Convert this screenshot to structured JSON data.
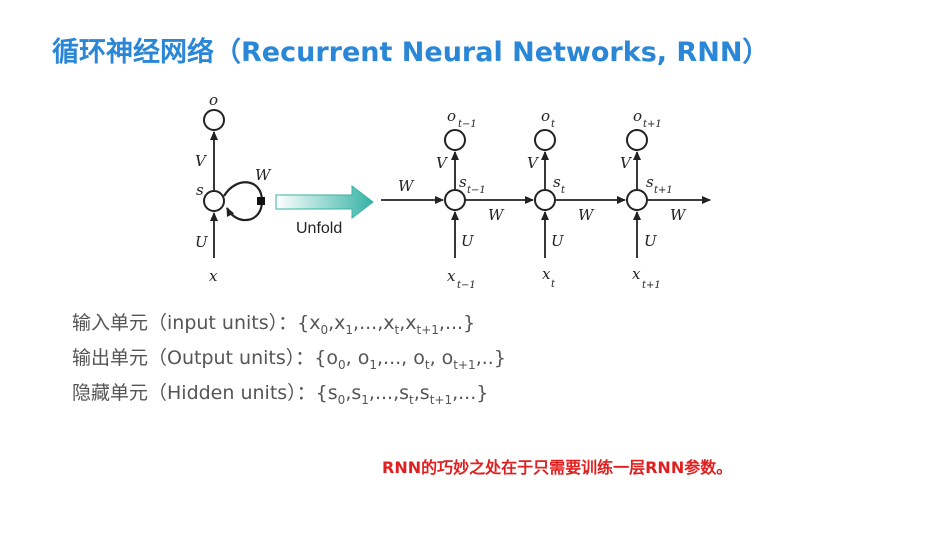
{
  "title": "循环神经网络（Recurrent Neural Networks, RNN）",
  "diagram": {
    "folded": {
      "output": "o",
      "state": "s",
      "input": "x",
      "V": "V",
      "U": "U",
      "W": "W"
    },
    "unfold_label": "Unfold",
    "weights": {
      "V": "V",
      "U": "U",
      "W": "W"
    },
    "steps": [
      {
        "o": "o",
        "o_sub": "t−1",
        "s": "s",
        "s_sub": "t−1",
        "x": "x",
        "x_sub": "t−1"
      },
      {
        "o": "o",
        "o_sub": "t",
        "s": "s",
        "s_sub": "t",
        "x": "x",
        "x_sub": "t"
      },
      {
        "o": "o",
        "o_sub": "t+1",
        "s": "s",
        "s_sub": "t+1",
        "x": "x",
        "x_sub": "t+1"
      }
    ]
  },
  "units": [
    {
      "label": "输入单元（input units）：",
      "set": "{x0,x1,...,xt,xt+1,...}"
    },
    {
      "label": "输出单元（Output units）：",
      "set": "{o0, o1,..., ot, ot+1,..}"
    },
    {
      "label": "隐藏单元（Hidden units）：",
      "set": "{s0,s1,...,st,st+1,...}"
    }
  ],
  "note": "RNN的巧妙之处在于只需要训练一层RNN参数。",
  "colors": {
    "title": "#2a86d6",
    "note": "#e02020",
    "unfold_arrow": "#3fb7a8"
  }
}
